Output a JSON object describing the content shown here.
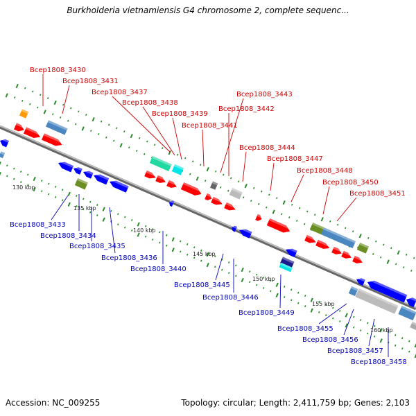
{
  "title": "Burkholderia vietnamiensis G4 chromosome 2, complete sequenc...",
  "footer": {
    "accession": "Accession: NC_009255",
    "stats": "Topology: circular; Length: 2,411,759 bp; Genes: 2,103"
  },
  "colors": {
    "forward_label": "#cc0000",
    "reverse_label": "#0000bb",
    "forward_gene": "#ff0000",
    "reverse_gene": "#0000ff",
    "backbone": "#888888",
    "tick": "#2a8a2a",
    "steelblue_gene": "#4a86c0",
    "olive_gene": "#6b8e23",
    "cyan_gene": "#00e5e5",
    "teal_gene": "#20d8a0",
    "gray_gene": "#bbbbbb",
    "orange_gene": "#ff9900"
  },
  "scale": {
    "unit": "kbp",
    "labels": [
      "130 kbp",
      "135 kbp",
      "140 kbp",
      "145 kbp",
      "150 kbp",
      "155 kbp",
      "160 kbp"
    ]
  },
  "forward_genes": [
    "Bcep1808_3430",
    "Bcep1808_3431",
    "Bcep1808_3437",
    "Bcep1808_3438",
    "Bcep1808_3439",
    "Bcep1808_3441",
    "Bcep1808_3443",
    "Bcep1808_3442",
    "Bcep1808_3444",
    "Bcep1808_3447",
    "Bcep1808_3448",
    "Bcep1808_3450",
    "Bcep1808_3451"
  ],
  "reverse_genes": [
    "Bcep1808_3433",
    "Bcep1808_3434",
    "Bcep1808_3435",
    "Bcep1808_3436",
    "Bcep1808_3440",
    "Bcep1808_3445",
    "Bcep1808_3446",
    "Bcep1808_3449",
    "Bcep1808_3455",
    "Bcep1808_3456",
    "Bcep1808_3457",
    "Bcep1808_3458"
  ]
}
